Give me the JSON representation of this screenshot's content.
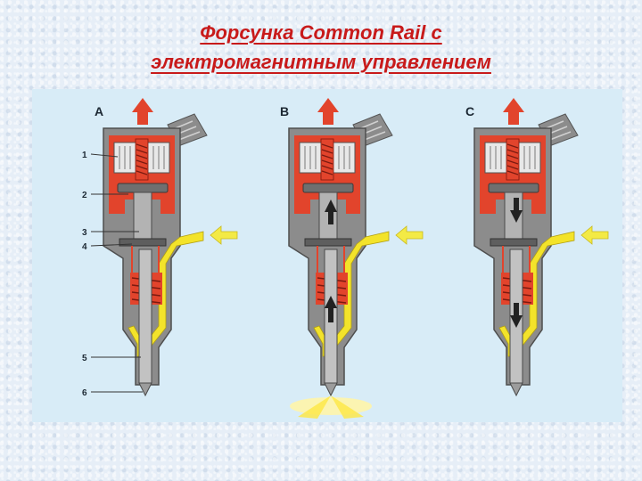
{
  "title": {
    "line1": "Форсунка Common Rail с",
    "line2": "электромагнитным управлением"
  },
  "diagram": {
    "panels": [
      {
        "letter": "A",
        "state": "closed"
      },
      {
        "letter": "B",
        "state": "opening"
      },
      {
        "letter": "C",
        "state": "closing"
      }
    ],
    "callouts": [
      "1",
      "2",
      "3",
      "4",
      "5",
      "6"
    ],
    "colors": {
      "body": "#8c8c8c",
      "fuel_return": "#e2442c",
      "fuel_supply": "#f3e32a",
      "arrow_outlet": "#e2442c",
      "arrow_inlet": "#f3ea45",
      "background": "#d8ecf7"
    }
  }
}
